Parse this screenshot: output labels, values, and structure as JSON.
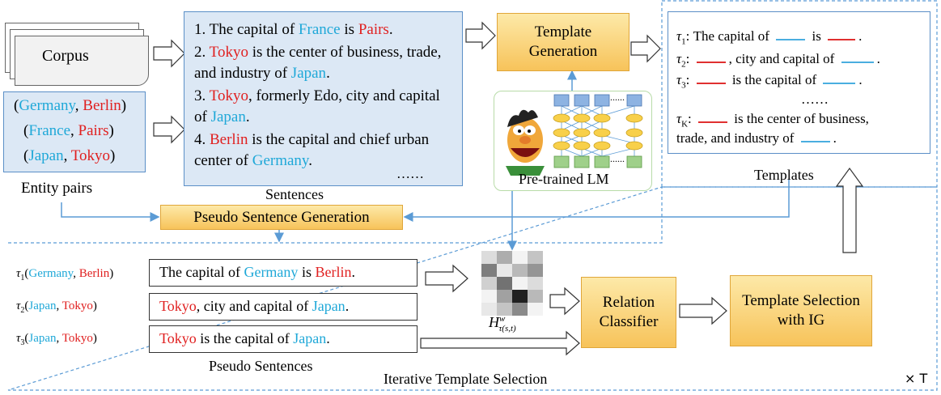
{
  "corpus": {
    "label": "Corpus"
  },
  "entity_pairs": {
    "caption": "Entity pairs",
    "pairs": [
      {
        "head": "Germany",
        "tail": "Berlin"
      },
      {
        "head": "France",
        "tail": "Pairs"
      },
      {
        "head": "Japan",
        "tail": "Tokyo"
      }
    ]
  },
  "sentences": {
    "caption": "Sentences",
    "ellipsis": "……",
    "s1": {
      "a": "1. The capital of ",
      "b": "France",
      "c": " is ",
      "d": "Pairs",
      "e": "."
    },
    "s2": {
      "a": "2. ",
      "b": "Tokyo",
      "c": " is the center of business, trade,",
      "d": "and industry of ",
      "e": "Japan",
      "f": "."
    },
    "s3": {
      "a": "3. ",
      "b": "Tokyo",
      "c": ", formerly Edo, city and capital",
      "d": "of ",
      "e": "Japan",
      "f": "."
    },
    "s4": {
      "a": "4. ",
      "b": "Berlin",
      "c": " is the capital and chief urban",
      "d": "center of ",
      "e": "Germany",
      "f": "."
    }
  },
  "template_generation": {
    "line1": "Template",
    "line2": "Generation"
  },
  "pretrained_lm": {
    "caption": "Pre-trained LM",
    "dots": "......"
  },
  "templates": {
    "caption": "Templates",
    "t1": {
      "sym": "τ",
      "sub": "1",
      "text_a": ": The capital of ",
      "text_b": " is ",
      "text_c": "."
    },
    "t2": {
      "sym": "τ",
      "sub": "2",
      "text_a": ": ",
      "text_b": ", city and capital of ",
      "text_c": "."
    },
    "t3": {
      "sym": "τ",
      "sub": "3",
      "text_a": ": ",
      "text_b": " is the capital of ",
      "text_c": "."
    },
    "ellipsis": "……",
    "tk": {
      "sym": "τ",
      "sub": "K",
      "text_a": ": ",
      "text_b": " is the center of business,",
      "text_c": "trade, and industry of ",
      "text_d": "."
    }
  },
  "pseudo_sentence_generation": {
    "label": "Pseudo Sentence Generation"
  },
  "pseudo_sentences": {
    "caption": "Pseudo Sentences",
    "rows": [
      {
        "sym": "τ",
        "sub": "1",
        "open": "(",
        "head": "Germany",
        "comma": ", ",
        "tail": "Berlin",
        "close": ")",
        "s_a": "The capital of ",
        "s_b": "Germany",
        "s_c": " is ",
        "s_d": "Berlin",
        "s_e": "."
      },
      {
        "sym": "τ",
        "sub": "2",
        "open": "(",
        "head": "Japan",
        "comma": ", ",
        "tail": "Tokyo",
        "close": ")",
        "s_a": "",
        "s_b": "Tokyo",
        "s_c": ", city and capital of ",
        "s_d": "Japan",
        "s_e": "."
      },
      {
        "sym": "τ",
        "sub": "3",
        "open": "(",
        "head": "Japan",
        "comma": ", ",
        "tail": "Tokyo",
        "close": ")",
        "s_a": "",
        "s_b": "Tokyo",
        "s_c": " is the capital of ",
        "s_d": "Japan",
        "s_e": "."
      }
    ]
  },
  "heatmap": {
    "label_main": "H",
    "label_sup": "w",
    "label_sub": "τ(s,t)",
    "cells": [
      [
        0.15,
        0.35,
        0.05,
        0.25
      ],
      [
        0.55,
        0.1,
        0.3,
        0.45
      ],
      [
        0.2,
        0.6,
        0.05,
        0.15
      ],
      [
        0.05,
        0.4,
        0.95,
        0.3
      ],
      [
        0.1,
        0.25,
        0.5,
        0.05
      ]
    ]
  },
  "relation_classifier": {
    "line1": "Relation",
    "line2": "Classifier"
  },
  "template_selection": {
    "line1": "Template Selection",
    "line2": "with IG"
  },
  "iterative": {
    "label": "Iterative Template Selection",
    "times": "× T"
  },
  "colors": {
    "head": "#1fa8d8",
    "tail": "#e02020",
    "arrow": "#5b9bd5",
    "box_blue": "#dce8f5",
    "box_orange": "#f7c35a"
  }
}
